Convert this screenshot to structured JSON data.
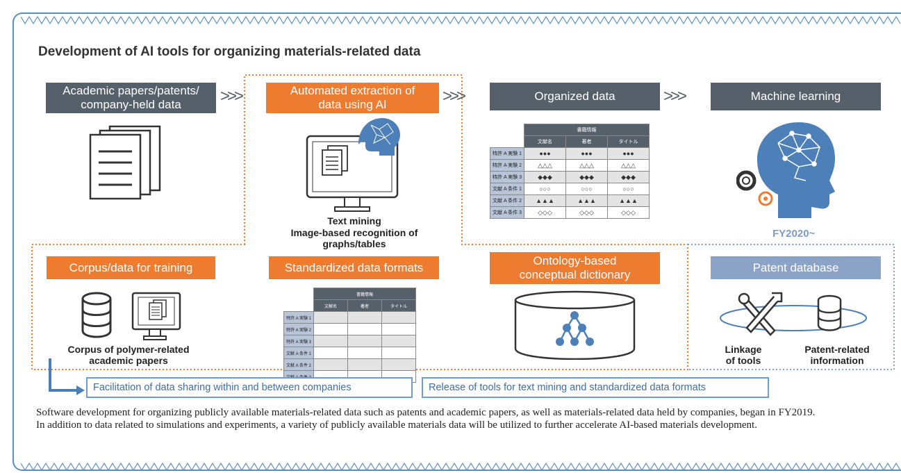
{
  "title": "Development of AI tools for organizing materials-related data",
  "top_row": {
    "academic": "Academic papers/patents/\ncompany-held data",
    "extraction": "Automated extraction of\ndata using AI",
    "organized": "Organized data",
    "ml": "Machine learning",
    "chevrons": ">>>"
  },
  "captions": {
    "text_mining": "Text mining",
    "image_recognition": "Image-based recognition of\ngraphs/tables",
    "fy": "FY2020~",
    "corpus": "Corpus of polymer-related\nacademic papers",
    "linkage": "Linkage\nof tools",
    "patent_info": "Patent-related\ninformation"
  },
  "middle_row": {
    "corpus_box": "Corpus/data for training",
    "formats_box": "Standardized data formats",
    "ontology_box": "Ontology-based\nconceptual dictionary",
    "patent_db": "Patent database"
  },
  "table": {
    "group_header": "書籍情報",
    "columns": [
      "文献名",
      "著者",
      "タイトル"
    ],
    "rows": [
      {
        "label": "特許 A 実験 1",
        "symbol": "●●●"
      },
      {
        "label": "特許 A 実験 2",
        "symbol": "△△△"
      },
      {
        "label": "特許 A 実験 3",
        "symbol": "◆◆◆"
      },
      {
        "label": "文献 A 条件 1",
        "symbol": "○○○"
      },
      {
        "label": "文献 A 条件 2",
        "symbol": "▲▲▲"
      },
      {
        "label": "文献 A 条件 3",
        "symbol": "◇◇◇"
      }
    ]
  },
  "bottom_buttons": {
    "sharing": "Facilitation of data sharing within and between companies",
    "release": "Release of tools for text mining and standardized data formats"
  },
  "body_text": {
    "p1": "Software development for organizing publicly available materials-related data such as patents and academic papers, as well as materials-related data held by companies, began in FY2019.",
    "p2": "In addition to data related to simulations and experiments, a variety of publicly available materials data will be utilized to further accelerate AI-based materials development."
  },
  "colors": {
    "dark": "#56606a",
    "orange": "#ee7c30",
    "blue": "#5a8ec0",
    "light_blue": "#8ca3c8"
  }
}
